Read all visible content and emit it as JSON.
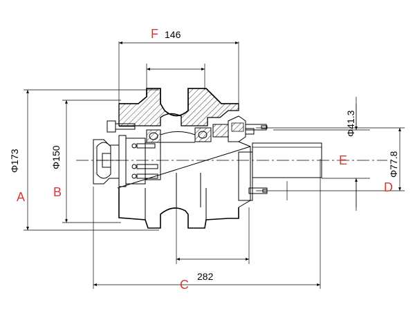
{
  "labels": {
    "A": "A",
    "B": "B",
    "C": "C",
    "D": "D",
    "E": "E",
    "F": "F"
  },
  "dimensions": {
    "dia_173": "Φ173",
    "dia_150": "Φ150",
    "dia_41_3": "Φ41.3",
    "dia_77_8": "Φ77.8",
    "len_146": "146",
    "len_282": "282"
  },
  "colors": {
    "label": "#d23a3a",
    "line": "#000000"
  }
}
